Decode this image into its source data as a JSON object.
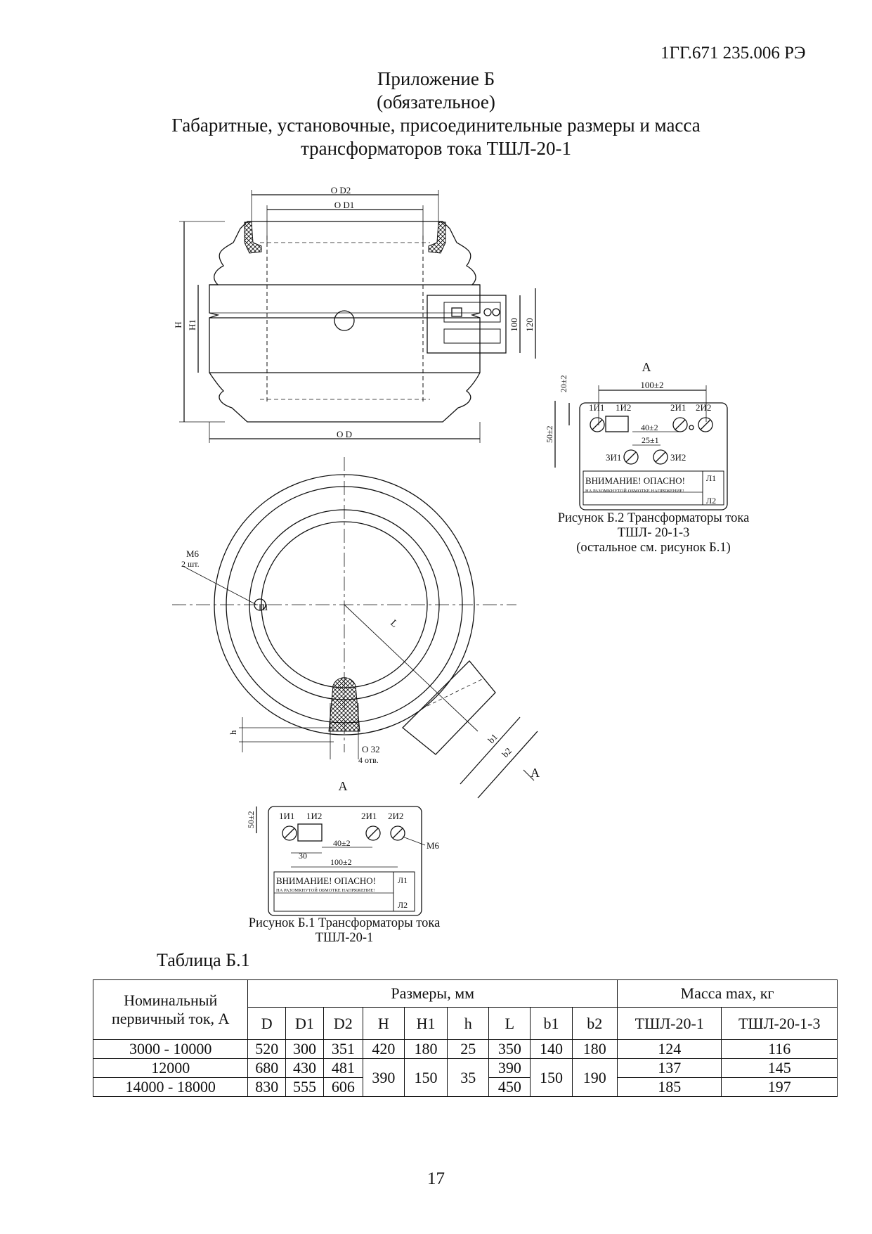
{
  "doc_code": "1ГГ.671 235.006 РЭ",
  "appendix": {
    "line1": "Приложение Б",
    "line2": "(обязательное)",
    "line3": "Габаритные, установочные, присоединительные размеры и масса",
    "line4": "трансформаторов тока ТШЛ-20-1"
  },
  "drawing_labels": {
    "od2": "O D2",
    "od1": "O D1",
    "od": "O D",
    "h_big": "H",
    "h1": "H1",
    "dim100": "100",
    "dim120": "120",
    "m6_2": "M6",
    "qty2": "2 шт.",
    "l": "L",
    "h_small": "h",
    "o32": "O 32",
    "holes4": "4 отв.",
    "b1": "b1",
    "b2": "b2",
    "view_a": "A",
    "sh": "Ш"
  },
  "fig2": {
    "view": "A",
    "d20": "20±2",
    "d100": "100±2",
    "d50": "50±2",
    "d40": "40±2",
    "d25": "25±1",
    "t1i1": "1И1",
    "t1i2": "1И2",
    "t2i1": "2И1",
    "t2i2": "2И2",
    "t3i1": "3И1",
    "t3i2": "3И2",
    "warn1": "ВНИМАНИЕ! ОПАСНО!",
    "warn2": "НА РАЗОМКНУТОЙ ОБМОТКЕ НАПРЯЖЕНИЕ!",
    "l1": "Л1",
    "l2": "Л2",
    "caption1": "Рисунок Б.2 Трансформаторы тока",
    "caption2": "ТШЛ- 20-1-3",
    "caption3": "(остальное см. рисунок Б.1)"
  },
  "fig1": {
    "view": "A",
    "d50": "50±2",
    "d40": "40±2",
    "d30": "30",
    "d100": "100±2",
    "m6": "M6",
    "t1i1": "1И1",
    "t1i2": "1И2",
    "t2i1": "2И1",
    "t2i2": "2И2",
    "warn1": "ВНИМАНИЕ! ОПАСНО!",
    "warn2": "НА РАЗОМКНУТОЙ ОБМОТКЕ НАПРЯЖЕНИЕ!",
    "l1": "Л1",
    "l2": "Л2",
    "caption1": "Рисунок Б.1 Трансформаторы тока",
    "caption2": "ТШЛ-20-1"
  },
  "table": {
    "title": "Таблица Б.1",
    "h_current": "Номинальный первичный ток, А",
    "h_sizes": "Размеры, мм",
    "h_mass": "Масса max, кг",
    "cols": [
      "D",
      "D1",
      "D2",
      "H",
      "H1",
      "h",
      "L",
      "b1",
      "b2"
    ],
    "mass_cols": [
      "ТШЛ-20-1",
      "ТШЛ-20-1-3"
    ],
    "rows": [
      {
        "current": "3000 - 10000",
        "D": "520",
        "D1": "300",
        "D2": "351",
        "H": "420",
        "H1": "180",
        "h": "25",
        "L": "350",
        "b1": "140",
        "b2": "180",
        "m1": "124",
        "m2": "116"
      },
      {
        "current": "12000",
        "D": "680",
        "D1": "430",
        "D2": "481",
        "H": "390",
        "H1": "150",
        "h": "35",
        "L": "390",
        "b1": "150",
        "b2": "190",
        "m1": "137",
        "m2": "145"
      },
      {
        "current": "14000 - 18000",
        "D": "830",
        "D1": "555",
        "D2": "606",
        "L": "450",
        "m1": "185",
        "m2": "197"
      }
    ]
  },
  "page_number": "17"
}
